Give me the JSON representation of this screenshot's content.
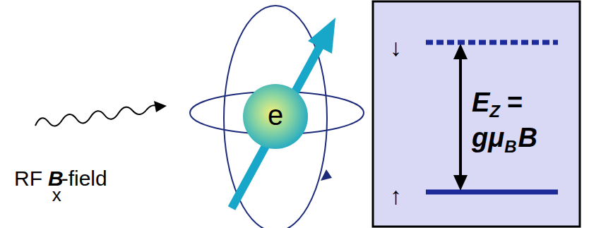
{
  "diagram": {
    "nodes": [
      {
        "text": [
          "e"
        ]
      },
      {
        "text": [
          "↓",
          "↑",
          "E",
          "Z",
          "=",
          "gμ",
          "B",
          "B"
        ]
      }
    ],
    "labels": [
      "RF",
      "B",
      "x",
      "-field"
    ]
  }
}
